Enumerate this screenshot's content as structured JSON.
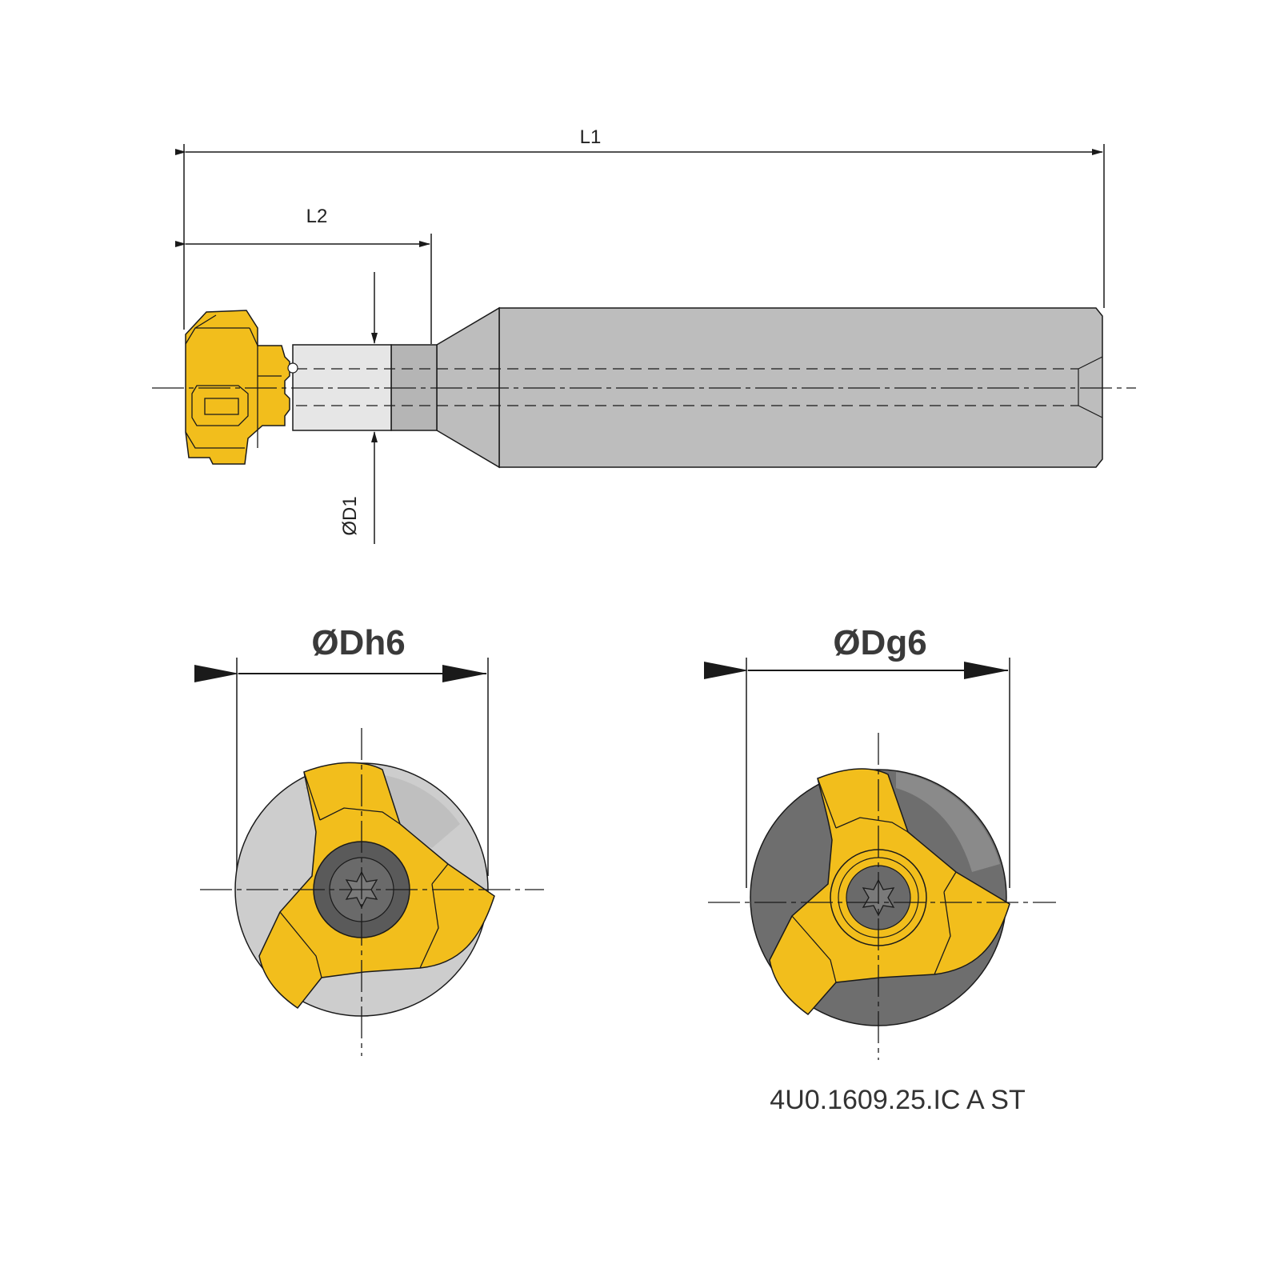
{
  "side_view": {
    "l1_label": "L1",
    "l2_label": "L2",
    "d1_label": "ØD1"
  },
  "end_view_left": {
    "diameter_label": "ØDh6"
  },
  "end_view_right": {
    "diameter_label": "ØDg6",
    "part_code": "4U0.1609.25.IC A ST"
  },
  "colors": {
    "insert_yellow": "#f2be1c",
    "shank_gray": "#bdbdbd",
    "holder_light": "#d0d0d0",
    "holder_dark": "#6e6e6e",
    "line": "#1a1a1a"
  }
}
